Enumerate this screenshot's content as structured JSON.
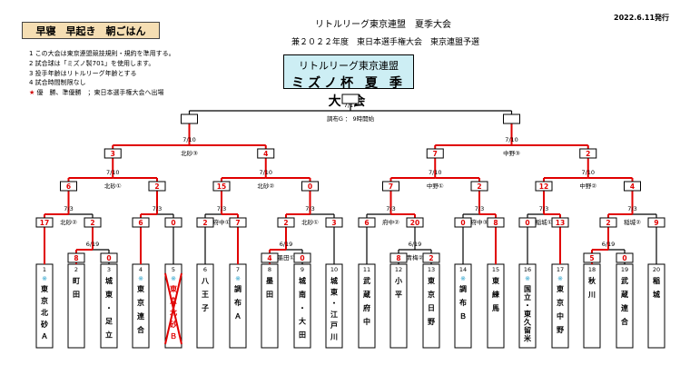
{
  "header_label": "早寝　早起き　朝ごはん",
  "issue_date": "2022.6.11発行",
  "title": "リトルリーグ東京連盟　夏季大会",
  "subtitle": "兼２０２２年度　東日本選手権大会　東京連盟予選",
  "notes": [
    "1 この大会は東京連盟競技規則・規約を準用する。",
    "2 試合球は「ミズノ製701」を使用します。",
    "3 投手年齢はリトルリーグ年齢とする",
    "4 試合時間制限なし"
  ],
  "award_note": {
    "star": "★",
    "text": "優　勝、準優勝　；東日本選手権大会へ出場"
  },
  "banner": {
    "line1": "リトルリーグ東京連盟",
    "line2": "ミズノ杯 夏 季 大 会"
  },
  "colors": {
    "winner": "#e00000",
    "line": "#000000",
    "banner_bg": "#cdeef4",
    "header_bg": "#f5deb3",
    "marker": "#1a9ac8"
  },
  "teams": [
    {
      "num": "1",
      "name": "東京北砂Ａ",
      "marker": "※"
    },
    {
      "num": "2",
      "name": "町田"
    },
    {
      "num": "3",
      "name": "城東・足立"
    },
    {
      "num": "4",
      "name": "東京連合",
      "marker": "※"
    },
    {
      "num": "5",
      "name": "東京北砂Ｂ",
      "marker": "※",
      "struck": true
    },
    {
      "num": "6",
      "name": "八王子"
    },
    {
      "num": "7",
      "name": "調布Ａ",
      "marker": "※"
    },
    {
      "num": "8",
      "name": "墨田"
    },
    {
      "num": "9",
      "name": "城南・大田"
    },
    {
      "num": "10",
      "name": "城東・江戸川"
    },
    {
      "num": "11",
      "name": "武蔵府中"
    },
    {
      "num": "12",
      "name": "小平"
    },
    {
      "num": "13",
      "name": "東京日野"
    },
    {
      "num": "14",
      "name": "調布Ｂ",
      "marker": "※"
    },
    {
      "num": "15",
      "name": "東練馬"
    },
    {
      "num": "16",
      "name": "国立・東久留米",
      "marker": "※"
    },
    {
      "num": "17",
      "name": "東京中野",
      "marker": "※"
    },
    {
      "num": "18",
      "name": "秋川"
    },
    {
      "num": "19",
      "name": "武蔵連合"
    },
    {
      "num": "20",
      "name": "稲城"
    }
  ],
  "matches": [
    {
      "id": "m_final",
      "date": "7/17",
      "venue": "調布G ： 9時開始",
      "left": {
        "score": ""
      },
      "right": {
        "score": ""
      }
    },
    {
      "id": "m_sf_l",
      "date": "7/10",
      "venue": "北砂③",
      "left": {
        "score": "3",
        "win": true
      },
      "right": {
        "score": "4",
        "win": true
      }
    },
    {
      "id": "m_sf_r",
      "date": "7/10",
      "venue": "中野③",
      "left": {
        "score": "7",
        "win": true
      },
      "right": {
        "score": "2",
        "win": true
      }
    },
    {
      "id": "m_qf1",
      "date": "7/10",
      "venue": "北砂①",
      "left": {
        "score": "6",
        "win": true
      },
      "right": {
        "score": "2",
        "win": true
      }
    },
    {
      "id": "m_qf2",
      "date": "7/10",
      "venue": "北砂②",
      "left": {
        "score": "15",
        "win": true
      },
      "right": {
        "score": "0",
        "win": true
      }
    },
    {
      "id": "m_qf3",
      "date": "7/10",
      "venue": "中野①",
      "left": {
        "score": "7",
        "win": true
      },
      "right": {
        "score": "2",
        "win": true
      }
    },
    {
      "id": "m_qf4",
      "date": "7/10",
      "venue": "中野②",
      "left": {
        "score": "12",
        "win": true
      },
      "right": {
        "score": "4",
        "win": true
      }
    },
    {
      "id": "m_r16_1",
      "date": "7/3",
      "venue": "北砂②",
      "left": {
        "score": "17",
        "win": true
      },
      "right": {
        "score": "2"
      }
    },
    {
      "id": "m_r16_2",
      "date": "7/3",
      "venue": "",
      "left": {
        "score": "6",
        "win": true
      },
      "right": {
        "score": "0"
      }
    },
    {
      "id": "m_r16_3",
      "date": "7/3",
      "venue": "府中①",
      "left": {
        "score": "2"
      },
      "right": {
        "score": "7",
        "win": true
      }
    },
    {
      "id": "m_r16_4",
      "date": "7/3",
      "venue": "北砂①",
      "left": {
        "score": "2",
        "win": true
      },
      "right": {
        "score": "3"
      }
    },
    {
      "id": "m_r16_5",
      "date": "7/3",
      "venue": "府中②",
      "left": {
        "score": "6"
      },
      "right": {
        "score": "20",
        "win": true
      }
    },
    {
      "id": "m_r16_6",
      "date": "7/3",
      "venue": "府中③",
      "left": {
        "score": "0"
      },
      "right": {
        "score": "8",
        "win": true
      }
    },
    {
      "id": "m_r16_7",
      "date": "7/3",
      "venue": "稲城①",
      "left": {
        "score": "0"
      },
      "right": {
        "score": "13",
        "win": true
      }
    },
    {
      "id": "m_r16_8",
      "date": "7/3",
      "venue": "稲城②",
      "left": {
        "score": "2",
        "win": true
      },
      "right": {
        "score": "9"
      }
    },
    {
      "id": "m_r32_1",
      "date": "6/19",
      "venue": "",
      "left": {
        "score": "8",
        "win": true
      },
      "right": {
        "score": "0"
      }
    },
    {
      "id": "m_r32_2",
      "date": "6/19",
      "venue": "墨田①",
      "left": {
        "score": "4",
        "win": true
      },
      "right": {
        "score": "0"
      }
    },
    {
      "id": "m_r32_3",
      "date": "6/19",
      "venue": "青梅②",
      "left": {
        "score": "8"
      },
      "right": {
        "score": "2"
      }
    },
    {
      "id": "m_r32_4",
      "date": "6/19",
      "venue": "",
      "left": {
        "score": "5",
        "win": true
      },
      "right": {
        "score": "0"
      }
    }
  ]
}
